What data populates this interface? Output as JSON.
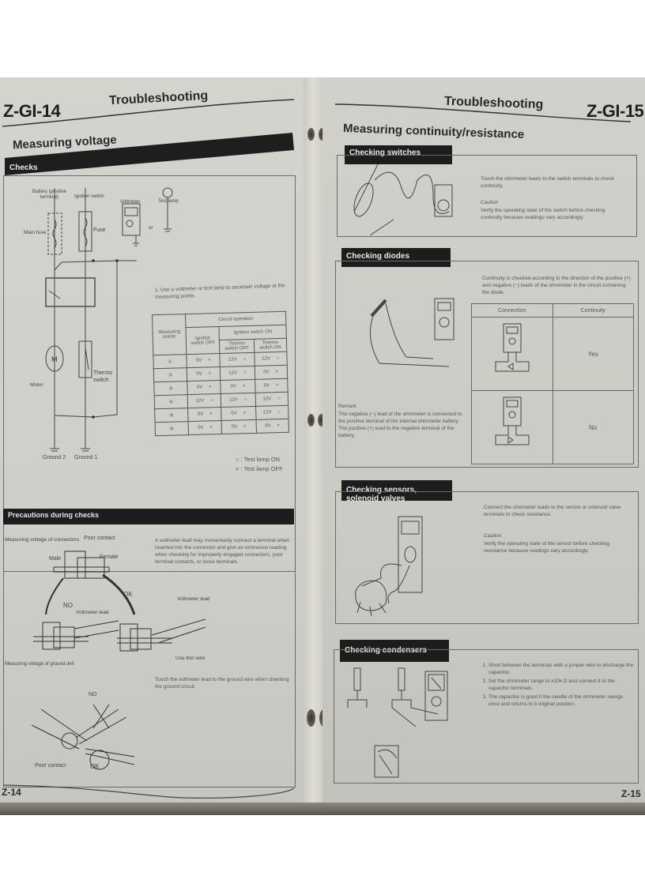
{
  "left_page": {
    "page_code": "Z-GI-14",
    "running_title": "Troubleshooting",
    "section_title": "Measuring voltage",
    "checks": {
      "bar_label": "Checks",
      "diagram_labels": {
        "battery": "Battery (positive terminal)",
        "ignition_switch": "Ignition switch",
        "voltmeter": "Voltmeter",
        "test_lamp": "Test lamp",
        "or": "or",
        "main_fuse": "Main fuse",
        "fuse": "Fuse",
        "motor": "Motor",
        "motor_symbol": "M",
        "thermo_switch": "Thermo switch",
        "ground2": "Ground 2",
        "ground1": "Ground 1"
      },
      "instruction": "1. Use a voltmeter or test lamp to ascertain voltage at the measuring points.",
      "table": {
        "header_circuit": "Circuit operation",
        "header_measuring": "Measuring points",
        "header_ign_off": "Ignition switch OFF",
        "header_ign_on": "Ignition switch ON",
        "header_thermo_off": "Thermo switch OFF",
        "header_thermo_on": "Thermo switch ON",
        "rows": [
          {
            "point": "①",
            "ign_off": "0V",
            "ign_off_mark": "×",
            "thermo_off": "12V",
            "thermo_off_mark": "○",
            "thermo_on": "12V",
            "thermo_on_mark": "○"
          },
          {
            "point": "②",
            "ign_off": "0V",
            "ign_off_mark": "×",
            "thermo_off": "12V",
            "thermo_off_mark": "○",
            "thermo_on": "0V",
            "thermo_on_mark": "×"
          },
          {
            "point": "③",
            "ign_off": "0V",
            "ign_off_mark": "×",
            "thermo_off": "0V",
            "thermo_off_mark": "×",
            "thermo_on": "0V",
            "thermo_on_mark": "×"
          },
          {
            "point": "④",
            "ign_off": "12V",
            "ign_off_mark": "○",
            "thermo_off": "12V",
            "thermo_off_mark": "○",
            "thermo_on": "12V",
            "thermo_on_mark": "○"
          },
          {
            "point": "⑤",
            "ign_off": "0V",
            "ign_off_mark": "×",
            "thermo_off": "0V",
            "thermo_off_mark": "×",
            "thermo_on": "12V",
            "thermo_on_mark": "○"
          },
          {
            "point": "⑥",
            "ign_off": "0V",
            "ign_off_mark": "×",
            "thermo_off": "0V",
            "thermo_off_mark": "×",
            "thermo_on": "0V",
            "thermo_on_mark": "×"
          }
        ]
      },
      "legend": {
        "on": "○ : Test lamp ON",
        "off": "× : Test lamp OFF"
      }
    },
    "precautions": {
      "bar_label": "Precautions during checks",
      "connectors_caption": "Measuring voltage of connectors",
      "poor_contact": "Poor contact",
      "male": "Male",
      "female": "Female",
      "no": "NO",
      "ok": "OK",
      "voltmeter_lead_1": "Voltmeter lead",
      "voltmeter_lead_2": "Voltmeter lead",
      "use_thin_wire": "Use thin wire",
      "connectors_text": "A voltmeter lead may momentarily connect a terminal when inserted into the connector and give an erroneous reading when checking for improperly engaged connectors, poor terminal contacts, or loose terminals.",
      "ground_caption": "Measuring voltage of ground unit",
      "ground_text": "Touch the voltmeter lead to the ground wire when checking the ground circuit.",
      "ground_no": "NO",
      "ground_ok": "OK",
      "ground_poor_contact": "Poor contact"
    },
    "page_number": "Z-14"
  },
  "right_page": {
    "page_code": "Z-GI-15",
    "running_title": "Troubleshooting",
    "section_title": "Measuring continuity/resistance",
    "switches": {
      "bar_label": "Checking switches",
      "text": "Touch the ohmmeter leads to the switch terminals to check continuity.",
      "caution_title": "Caution",
      "caution_text": "Verify the operating state of the switch before checking continuity because readings vary accordingly."
    },
    "diodes": {
      "bar_label": "Checking diodes",
      "text": "Continuity is checked according to the direction of the positive (+) and negative (−) leads of the ohmmeter in the circuit containing the diode.",
      "table": {
        "col_connection": "Connection",
        "col_continuity": "Continuity",
        "rows": [
          {
            "continuity": "Yes"
          },
          {
            "continuity": "No"
          }
        ]
      },
      "remark_title": "Remark",
      "remark_text": "The negative (−) lead of the ohmmeter is connected to the positive terminal of the internal ohmmeter battery. The positive (+) lead to the negative terminal of the battery."
    },
    "sensors": {
      "bar_label": "Checking sensors, solenoid valves",
      "text": "Connect the ohmmeter leads to the sensor or solenoid valve terminals to check resistance.",
      "caution_title": "Caution",
      "caution_text": "Verify the operating state of the sensor before checking resistance because readings vary accordingly."
    },
    "condensers": {
      "bar_label": "Checking condensers",
      "steps": [
        "Short between the terminals with a jumper wire to discharge the capacitor.",
        "Set the ohmmeter range to x10k Ω and connect it to the capacitor terminals.",
        "The capacitor is good if the needle of the ohmmeter swings once and returns to it original position."
      ]
    },
    "page_number": "Z-15"
  }
}
